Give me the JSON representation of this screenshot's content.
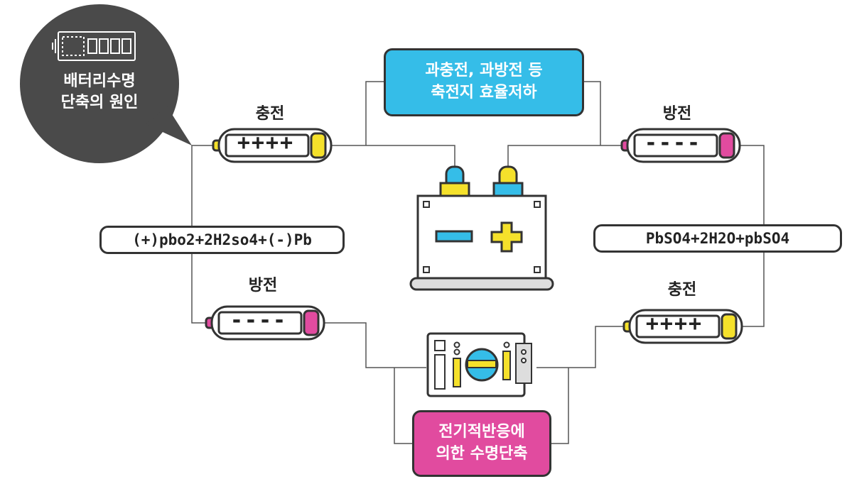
{
  "bubble": {
    "line1": "배터리수명",
    "line2": "단축의 원인"
  },
  "top_left_battery": {
    "label": "충전",
    "sign": "++++"
  },
  "top_right_battery": {
    "label": "방전",
    "sign": "----"
  },
  "bottom_left_battery": {
    "label": "방전",
    "sign": "----"
  },
  "bottom_right_battery": {
    "label": "충전",
    "sign": "++++"
  },
  "formula_left": "(+)pbo2+2H2so4+(-)Pb",
  "formula_right": "PbSO4+2H2O+pbSO4",
  "top_box": {
    "line1": "과충전, 과방전 등",
    "line2": "축전지 효율저하"
  },
  "bottom_box": {
    "line1": "전기적반응에",
    "line2": "의한 수명단축"
  },
  "colors": {
    "yellow": "#f5e12b",
    "pink": "#e14b9f",
    "blue": "#35bde8",
    "dark": "#4a4a4a",
    "outline": "#333333"
  }
}
